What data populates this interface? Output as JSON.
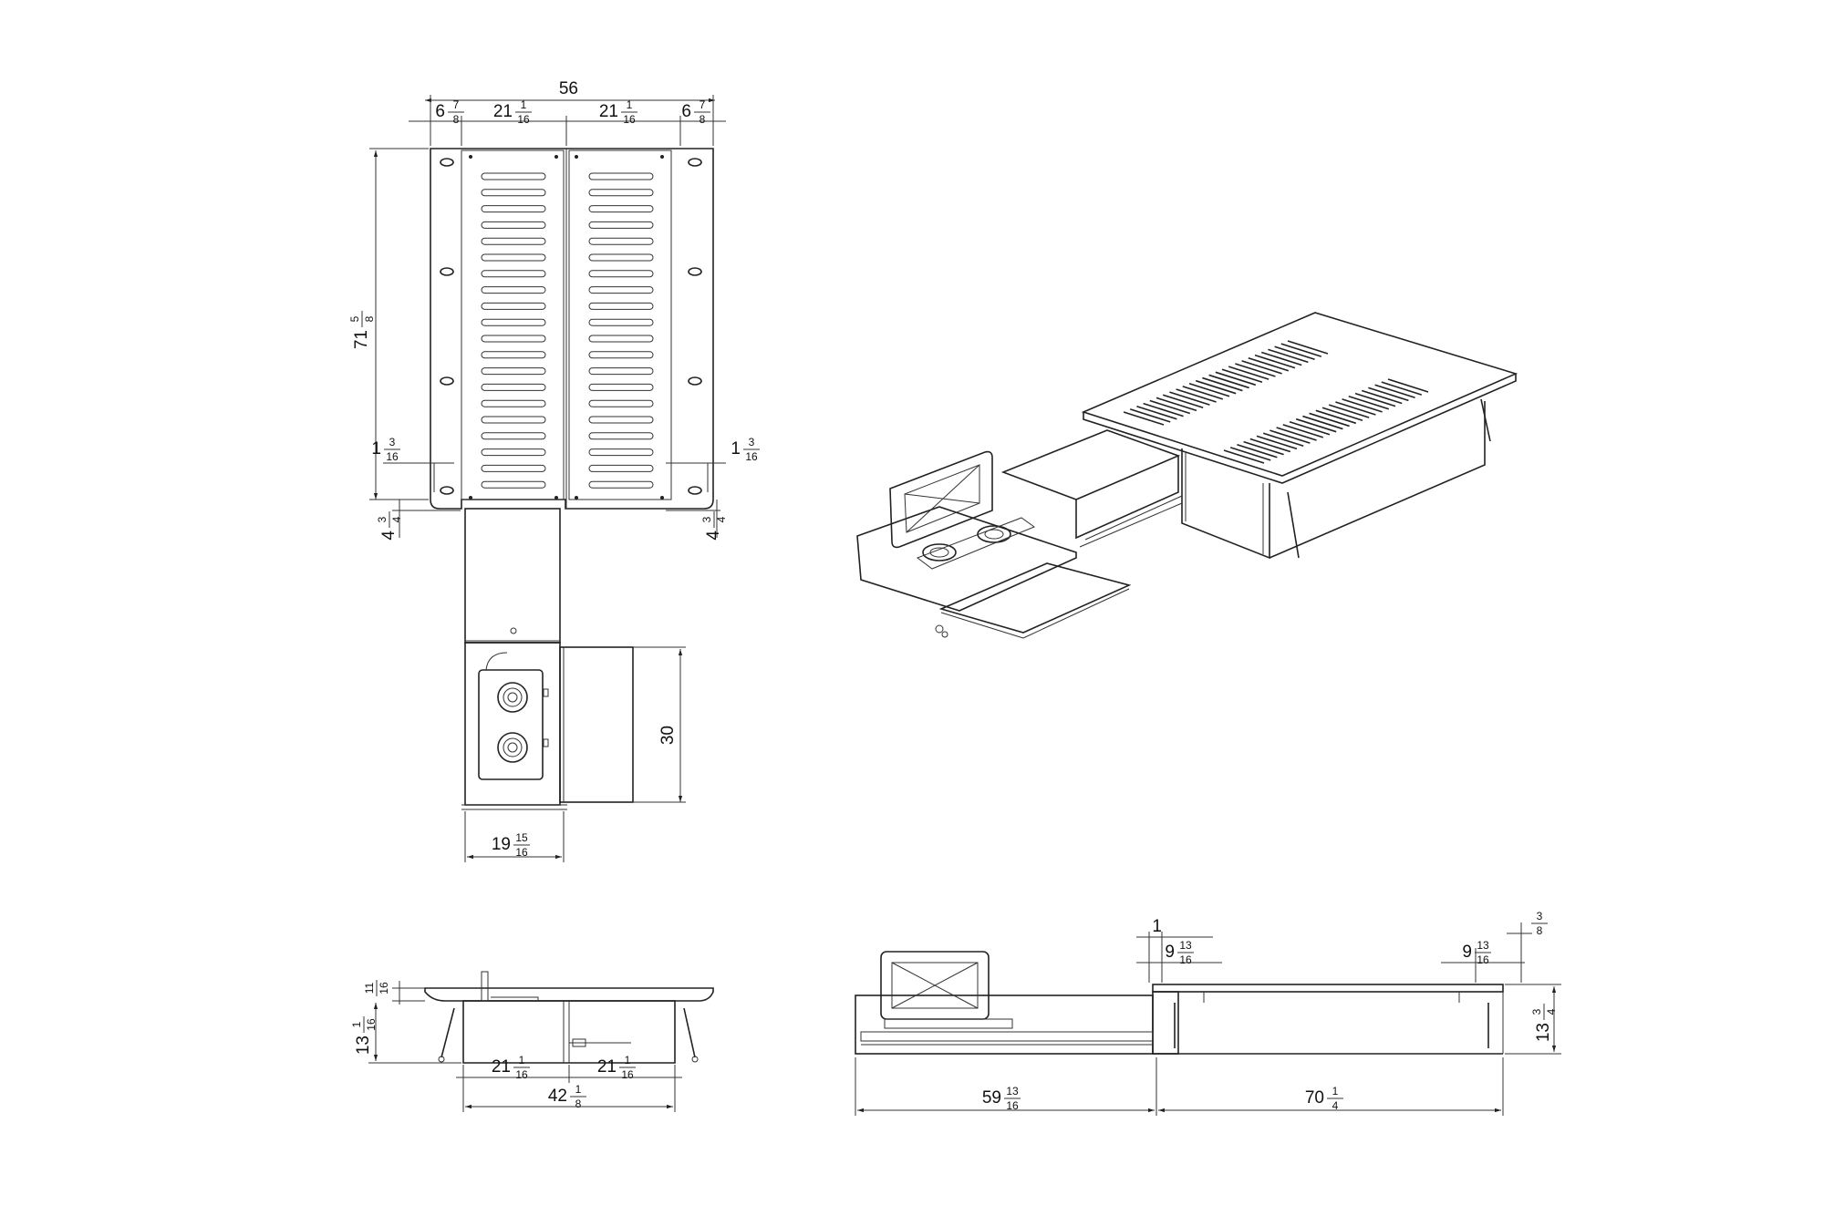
{
  "colors": {
    "line": "#222222",
    "background": "#ffffff"
  },
  "dimensions": {
    "top_width": {
      "whole": "56"
    },
    "top_seg_left": {
      "whole": "6",
      "num": "7",
      "den": "8"
    },
    "top_seg_mid_left": {
      "whole": "21",
      "num": "1",
      "den": "16"
    },
    "top_seg_mid_right": {
      "whole": "21",
      "num": "1",
      "den": "16"
    },
    "top_seg_right": {
      "whole": "6",
      "num": "7",
      "den": "8"
    },
    "top_length": {
      "whole": "71",
      "num": "5",
      "den": "8"
    },
    "inset_left": {
      "whole": "1",
      "num": "3",
      "den": "16"
    },
    "inset_right": {
      "whole": "1",
      "num": "3",
      "den": "16"
    },
    "offset_left": {
      "whole": "4",
      "num": "3",
      "den": "4"
    },
    "offset_right": {
      "whole": "4",
      "num": "3",
      "den": "4"
    },
    "drawer_depth": {
      "whole": "30"
    },
    "drawer_width": {
      "whole": "19",
      "num": "15",
      "den": "16"
    },
    "front_top_thickness": {
      "whole": "",
      "num": "11",
      "den": "16"
    },
    "front_height": {
      "whole": "13",
      "num": "1",
      "den": "16"
    },
    "front_seg_left": {
      "whole": "21",
      "num": "1",
      "den": "16"
    },
    "front_seg_right": {
      "whole": "21",
      "num": "1",
      "den": "16"
    },
    "front_width": {
      "whole": "42",
      "num": "1",
      "den": "8"
    },
    "side_one": {
      "whole": "1"
    },
    "side_inset_left": {
      "whole": "9",
      "num": "13",
      "den": "16"
    },
    "side_inset_right": {
      "whole": "9",
      "num": "13",
      "den": "16"
    },
    "side_three_eighths": {
      "whole": "",
      "num": "3",
      "den": "8"
    },
    "side_height": {
      "whole": "13",
      "num": "3",
      "den": "4"
    },
    "side_extended": {
      "whole": "59",
      "num": "13",
      "den": "16"
    },
    "side_length": {
      "whole": "70",
      "num": "1",
      "den": "4"
    }
  }
}
